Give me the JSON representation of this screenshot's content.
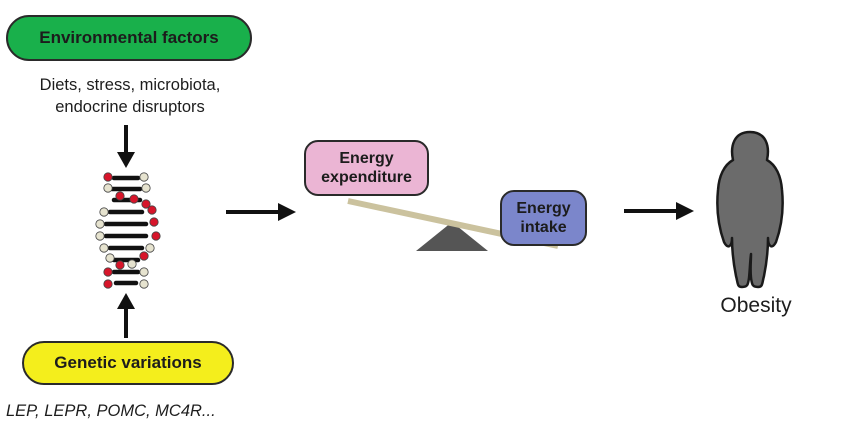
{
  "environmental": {
    "label": "Environmental factors",
    "description_line1": "Diets, stress, microbiota,",
    "description_line2": "endocrine disruptors",
    "color": "#19b04b"
  },
  "genetic": {
    "label": "Genetic variations",
    "genes": "LEP, LEPR, POMC, MC4R...",
    "color": "#f4ee1c"
  },
  "balance": {
    "expenditure_line1": "Energy",
    "expenditure_line2": "expenditure",
    "expenditure_color": "#ebb5d4",
    "intake_line1": "Energy",
    "intake_line2": "intake",
    "intake_color": "#7b86cb"
  },
  "outcome": {
    "label": "Obesity",
    "silhouette_color": "#6b6b6b"
  },
  "icons": [
    "dna-helix-icon",
    "seesaw-icon",
    "person-silhouette-icon",
    "arrow-icon"
  ]
}
